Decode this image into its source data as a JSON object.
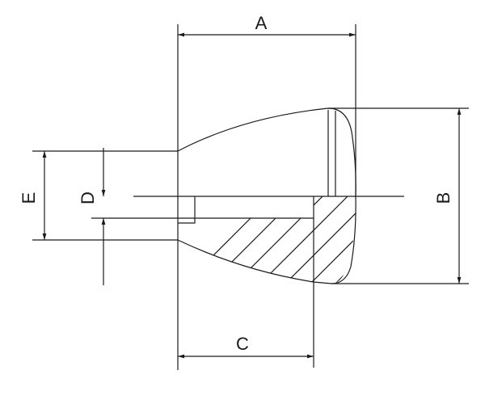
{
  "drawing": {
    "dimensions": {
      "a": "A",
      "b": "B",
      "c": "C",
      "d": "D",
      "e": "E"
    },
    "colors": {
      "line": "#1a1a1a",
      "background": "#ffffff"
    }
  }
}
